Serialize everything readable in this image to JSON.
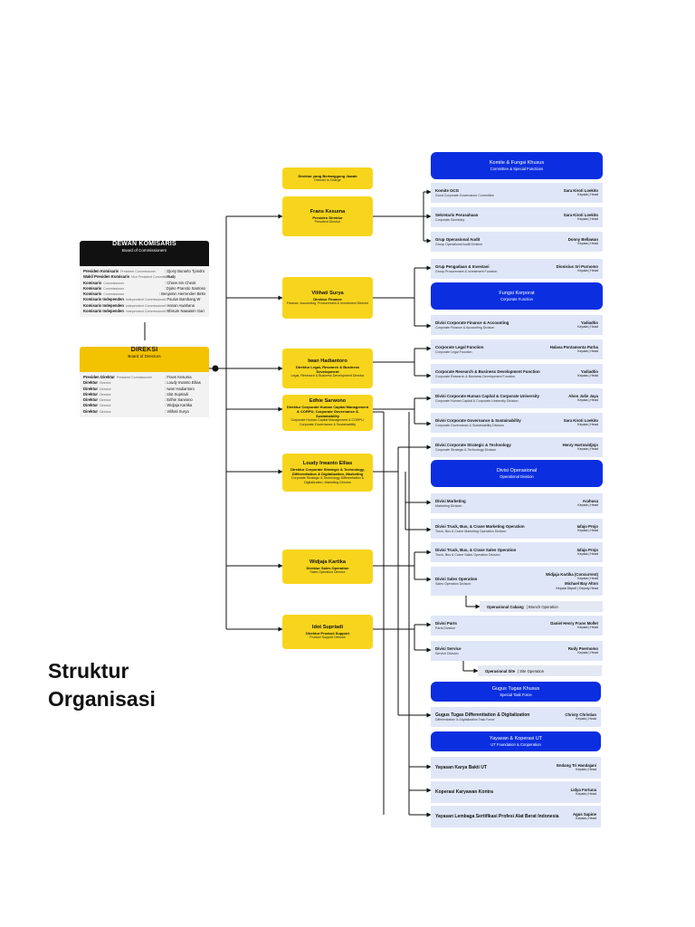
{
  "board": {
    "title": "DEWAN KOMISARIS",
    "subtitle": "Board of Commissioners",
    "members": [
      {
        "role": "Presiden Komisaris",
        "role_en": "President Commissioner",
        "name": ": Djony Bunarto Tjondro"
      },
      {
        "role": "Wakil Presiden Komisaris",
        "role_en": "Vice President Commissioner",
        "name": ": Rudy"
      },
      {
        "role": "Komisaris",
        "role_en": "Commissioner",
        "name": ": Chiew Sin Cheok"
      },
      {
        "role": "Komisaris",
        "role_en": "Commissioner",
        "name": ": Djoko Pranoto Santoso"
      },
      {
        "role": "Komisaris",
        "role_en": "Commissioner",
        "name": ": Benjamin Herrenden Birks"
      },
      {
        "role": "Komisaris Independen",
        "role_en": "Independent Commissioner",
        "name": ": Paulus Bambang W"
      },
      {
        "role": "Komisaris Independen",
        "role_en": "Independent Commissioner",
        "name": ": Hanan Awahana"
      },
      {
        "role": "Komisaris Independen",
        "role_en": "Independent Commissioner",
        "name": ": Bhisum Nawasim Gari"
      }
    ]
  },
  "direksi": {
    "title": "DIREKSI",
    "subtitle": "Board of Directors",
    "members": [
      {
        "role": "Presiden Direktur",
        "role_en": "President Commissioner",
        "name": ": Frans Kesuma"
      },
      {
        "role": "Direktur",
        "role_en": "Director",
        "name": ": Loudy Irwanto Ellias"
      },
      {
        "role": "Direktur",
        "role_en": "Director",
        "name": ": Iwan Hadiantoro"
      },
      {
        "role": "Direktur",
        "role_en": "Director",
        "name": ": Idot Supriadi"
      },
      {
        "role": "Direktur",
        "role_en": "Director",
        "name": ": Edhie Sarwono"
      },
      {
        "role": "Direktur",
        "role_en": "Director",
        "name": ": Widjaja Kartika"
      },
      {
        "role": "Direktur",
        "role_en": "Director",
        "name": ": Vilihati Surya"
      }
    ]
  },
  "director_in_charge": {
    "title": "Direktur yang Bertanggung Jawab",
    "subtitle": "Director in Charge"
  },
  "directors": [
    {
      "name": "Frans Kesuma",
      "title": "Presiden Direktur",
      "title_en": "President Director"
    },
    {
      "name": "Vilihati Surya",
      "title": "Direktur Finance",
      "title_en": "Finance, Accounting, Procurement & Investment Director"
    },
    {
      "name": "Iwan Hadiantoro",
      "title": "Direktur Legal, Research & Business Development",
      "title_en": "Legal, Research & Business Development Director"
    },
    {
      "name": "Edhie Sarwono",
      "title": "Direktur Corporate Human Capital Management & CORPU, Corporate Governance & Sustainability",
      "title_en": "Corporate Human Capital Management & CORPU, Corporate Governance & Sustainability"
    },
    {
      "name": "Loudy Irwanto Ellias",
      "title": "Direktur Corporate Strategic & Technology, Differentiation & Digitalization, Marketing",
      "title_en": "Corporate Strategic & Technology Differentiation & Digitalization, Marketing Director"
    },
    {
      "name": "Widjaja Kartika",
      "title": "Direktur Sales Operation",
      "title_en": "Sales Operation Director"
    },
    {
      "name": "Idot Supriadi",
      "title": "Direktur Product Support",
      "title_en": "Product Support Director"
    }
  ],
  "groups": {
    "komite": {
      "title": "Komite & Fungsi Khusus",
      "subtitle": "Committee & Special Functions"
    },
    "fungsi": {
      "title": "Fungsi Korporat",
      "subtitle": "Corporate Function"
    },
    "operasional": {
      "title": "Divisi Operasional",
      "subtitle": "Operational Division"
    },
    "gugus": {
      "title": "Gugus Tugas Khusus",
      "subtitle": "Special Task Force"
    },
    "yayasan": {
      "title": "Yayasan & Koperasi UT",
      "subtitle": "UT Foundation & Cooperation"
    }
  },
  "units": [
    {
      "name": "Komite GCG",
      "name_en": "Good Corporate Governance Committee",
      "head": "Sara Kiroti Loekito",
      "role": "Kepala | Head"
    },
    {
      "name": "Sekretaris Perusahaan",
      "name_en": "Corporate Secretary",
      "head": "Sara Kiroti Loekito",
      "role": "Kepala | Head"
    },
    {
      "name": "Grup Operasional Audit",
      "name_en": "Group Operational Audit Division",
      "head": "Donny Bellawan",
      "role": "Kepala | Head"
    },
    {
      "name": "Grup Pengadaan & Investasi",
      "name_en": "Group Procurement & Investment Function",
      "head": "Dionisius Sri Purnomo",
      "role": "Kepala | Head"
    },
    {
      "name": "Divisi Corporate Finance & Accounting",
      "name_en": "Corporate Finance & Accounting Division",
      "head": "Yadiadtio",
      "role": "Kepala | Head"
    },
    {
      "name": "Corporate Legal Function",
      "name_en": "Corporate Legal Function",
      "head": "Halasa Pontamonta Purba",
      "role": "Kepala | Head"
    },
    {
      "name": "Corporate Research & Business Development Function",
      "name_en": "Corporate Research & Business Development Function",
      "head": "Yadiadtio",
      "role": "Kepala | Head"
    },
    {
      "name": "Divisi Corporate Human Capital & Corporate University",
      "name_en": "Corporate Human Capital & Corporate University Division",
      "head": "Abon Julie Jaya",
      "role": "Kepala | Head"
    },
    {
      "name": "Divisi Corporate Governance & Sustainability",
      "name_en": "Corporate Governance & Sustainability Division",
      "head": "Sara Kiroti Loekito",
      "role": "Kepala | Head"
    },
    {
      "name": "Divisi Corporate Strategic & Technology",
      "name_en": "Corporate Strategic & Technology Division",
      "head": "Henry Hartowidjojo",
      "role": "Kepala | Head"
    },
    {
      "name": "Divisi Marketing",
      "name_en": "Marketing Division",
      "head": "Arahusa",
      "role": "Kepala | Head"
    },
    {
      "name": "Divisi Truck, Bus, & Crane Marketing Operation",
      "name_en": "Truck, Bus & Crane Marketing Operation Division",
      "head": "Iafajo Projo",
      "role": "Kepala | Head"
    },
    {
      "name": "Divisi Truck, Bus, & Crane Sales Operation",
      "name_en": "Truck, Bus & Crane Sales Operation Division",
      "head": "Iafajo Projo",
      "role": "Kepala | Head"
    },
    {
      "name": "Divisi Sales Operation",
      "name_en": "Sales Operation Division",
      "head": "Widjaja Kartika (Concurrent)",
      "role": "Kepala | Head",
      "head2": "Michael Bay Alton",
      "role2": "Kepala Deputi | Deputy Head"
    },
    {
      "name": "Divisi Parts",
      "name_en": "Parts Division",
      "head": "Daniel Henry Frans Mollet",
      "role": "Kepala | Head"
    },
    {
      "name": "Divisi Service",
      "name_en": "Service Division",
      "head": "Rudy Poernomo",
      "role": "Kepala | Head"
    },
    {
      "name": "Gugus Tugas Differentiation & Digitalization",
      "name_en": "Differentiation & Digitalization Task Force",
      "head": "Christy Christian",
      "role": "Kepala | Head"
    },
    {
      "name": "Yayasan Karya Bakti UT",
      "name_en": "",
      "head": "Endang Tri Handajani",
      "role": "Kepala | Head"
    },
    {
      "name": "Koperasi Karyawan Kontra",
      "name_en": "",
      "head": "Lidya Fortuna",
      "role": "Kepala | Head"
    },
    {
      "name": "Yayasan Lembaga Sertifikasi Profesi Alat Berat Indonesia",
      "name_en": "",
      "head": "Agus Sapine",
      "role": "Kepala | Head"
    }
  ],
  "sub_units": [
    {
      "name": "Operasional Cabang",
      "name_en": "| Branch Operation"
    },
    {
      "name": "Operasional Site",
      "name_en": "| Site Operation"
    }
  ],
  "page_title": {
    "line1": "Struktur",
    "line2": "Organisasi"
  }
}
